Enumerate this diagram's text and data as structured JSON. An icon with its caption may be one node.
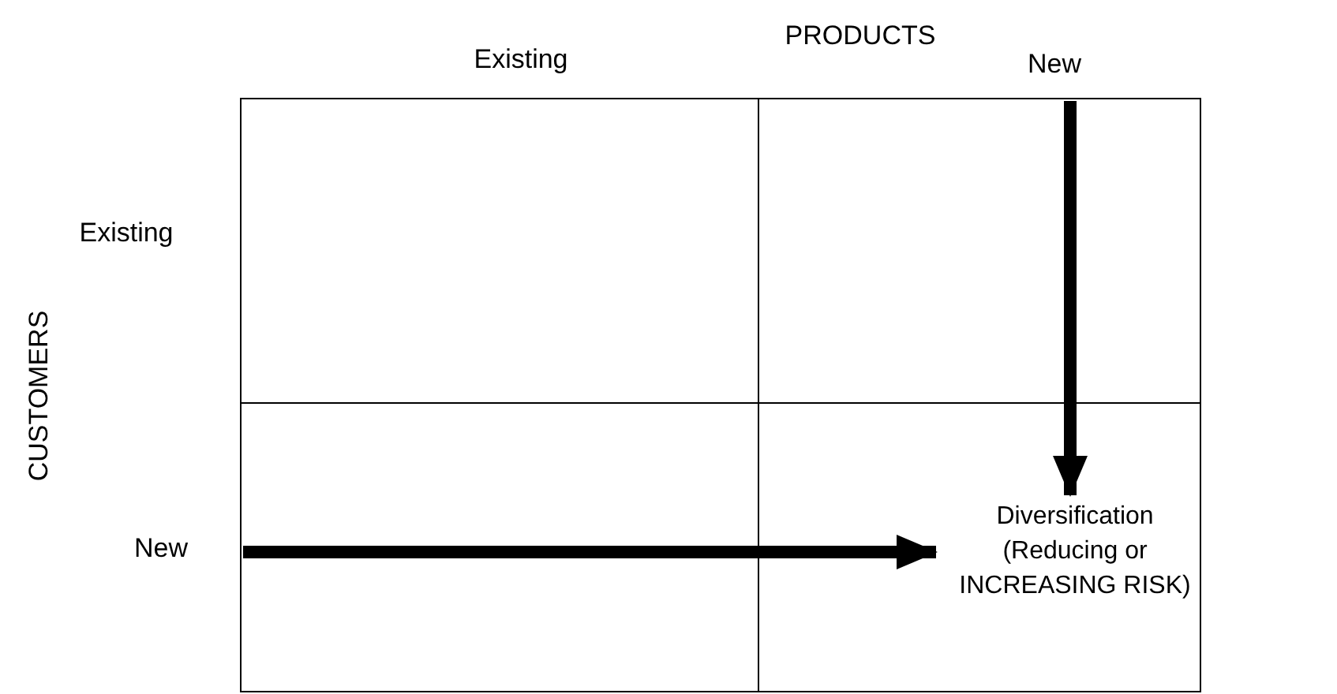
{
  "diagram": {
    "nodes": [
      {
        "text": [],
        "shape": "box"
      },
      {
        "text": [],
        "shape": "box"
      },
      {
        "text": [],
        "shape": "box"
      },
      {
        "text": [],
        "shape": "box"
      },
      {
        "text": [
          "Diversification",
          "(Reducing or INCREASING RISK)"
        ],
        "in": 3
      }
    ],
    "edges": [
      {
        "from": 1,
        "to": 4,
        "arrow": "to"
      },
      {
        "from": 2,
        "to": 4,
        "arrow": "to"
      }
    ],
    "labels": [
      "Existing",
      "PRODUCTS",
      "New",
      "Existing",
      "CUSTOMERS",
      "New"
    ]
  }
}
